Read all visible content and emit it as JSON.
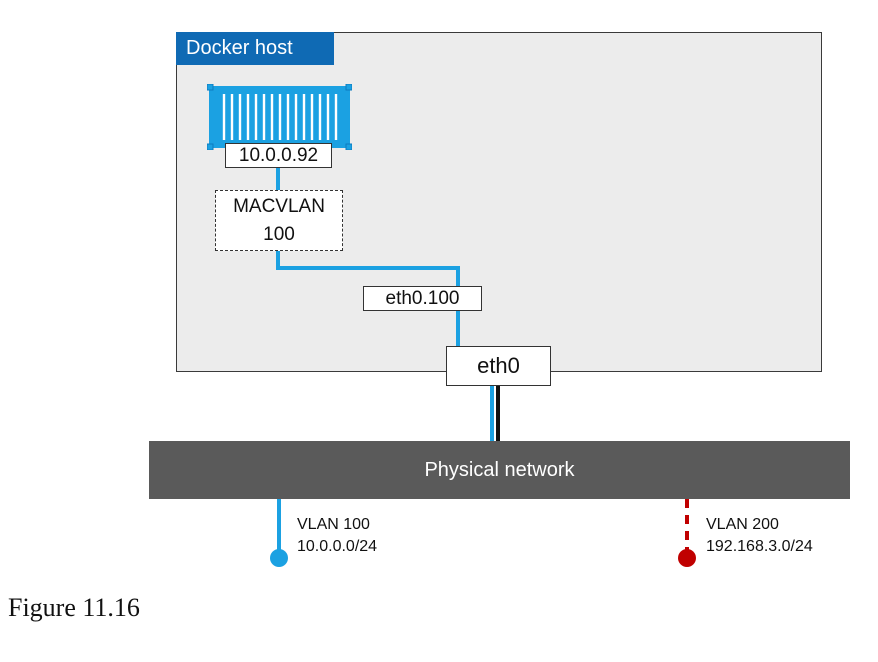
{
  "diagram": {
    "host_label": "Docker host",
    "container_ip": "10.0.0.92",
    "macvlan_line1": "MACVLAN",
    "macvlan_line2": "100",
    "subinterface": "eth0.100",
    "interface": "eth0",
    "physical_network": "Physical network",
    "vlan100": {
      "name": "VLAN 100",
      "subnet": "10.0.0.0/24",
      "color": "#1ba1e2"
    },
    "vlan200": {
      "name": "VLAN 200",
      "subnet": "192.168.3.0/24",
      "color": "#c00000"
    }
  },
  "caption": "Figure 11.16",
  "colors": {
    "host_label_bg": "#0f6ab4",
    "container_blue": "#1ba1e2",
    "host_bg": "#ececec",
    "network_bar": "#5a5a5a"
  }
}
